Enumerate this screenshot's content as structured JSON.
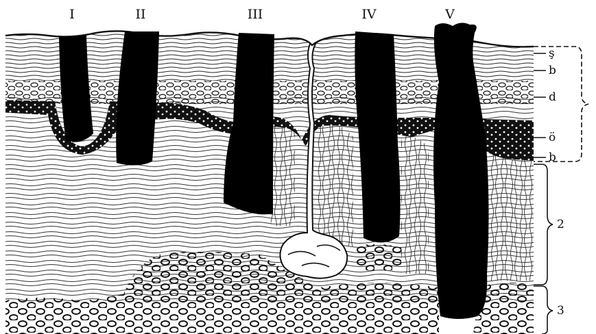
{
  "figure": {
    "depth_labels": [
      "I",
      "II",
      "III",
      "IV",
      "V"
    ],
    "layer_labels": [
      "ş",
      "b",
      "d",
      "ö",
      "b"
    ],
    "zone_labels": [
      "",
      "2",
      "3"
    ]
  }
}
